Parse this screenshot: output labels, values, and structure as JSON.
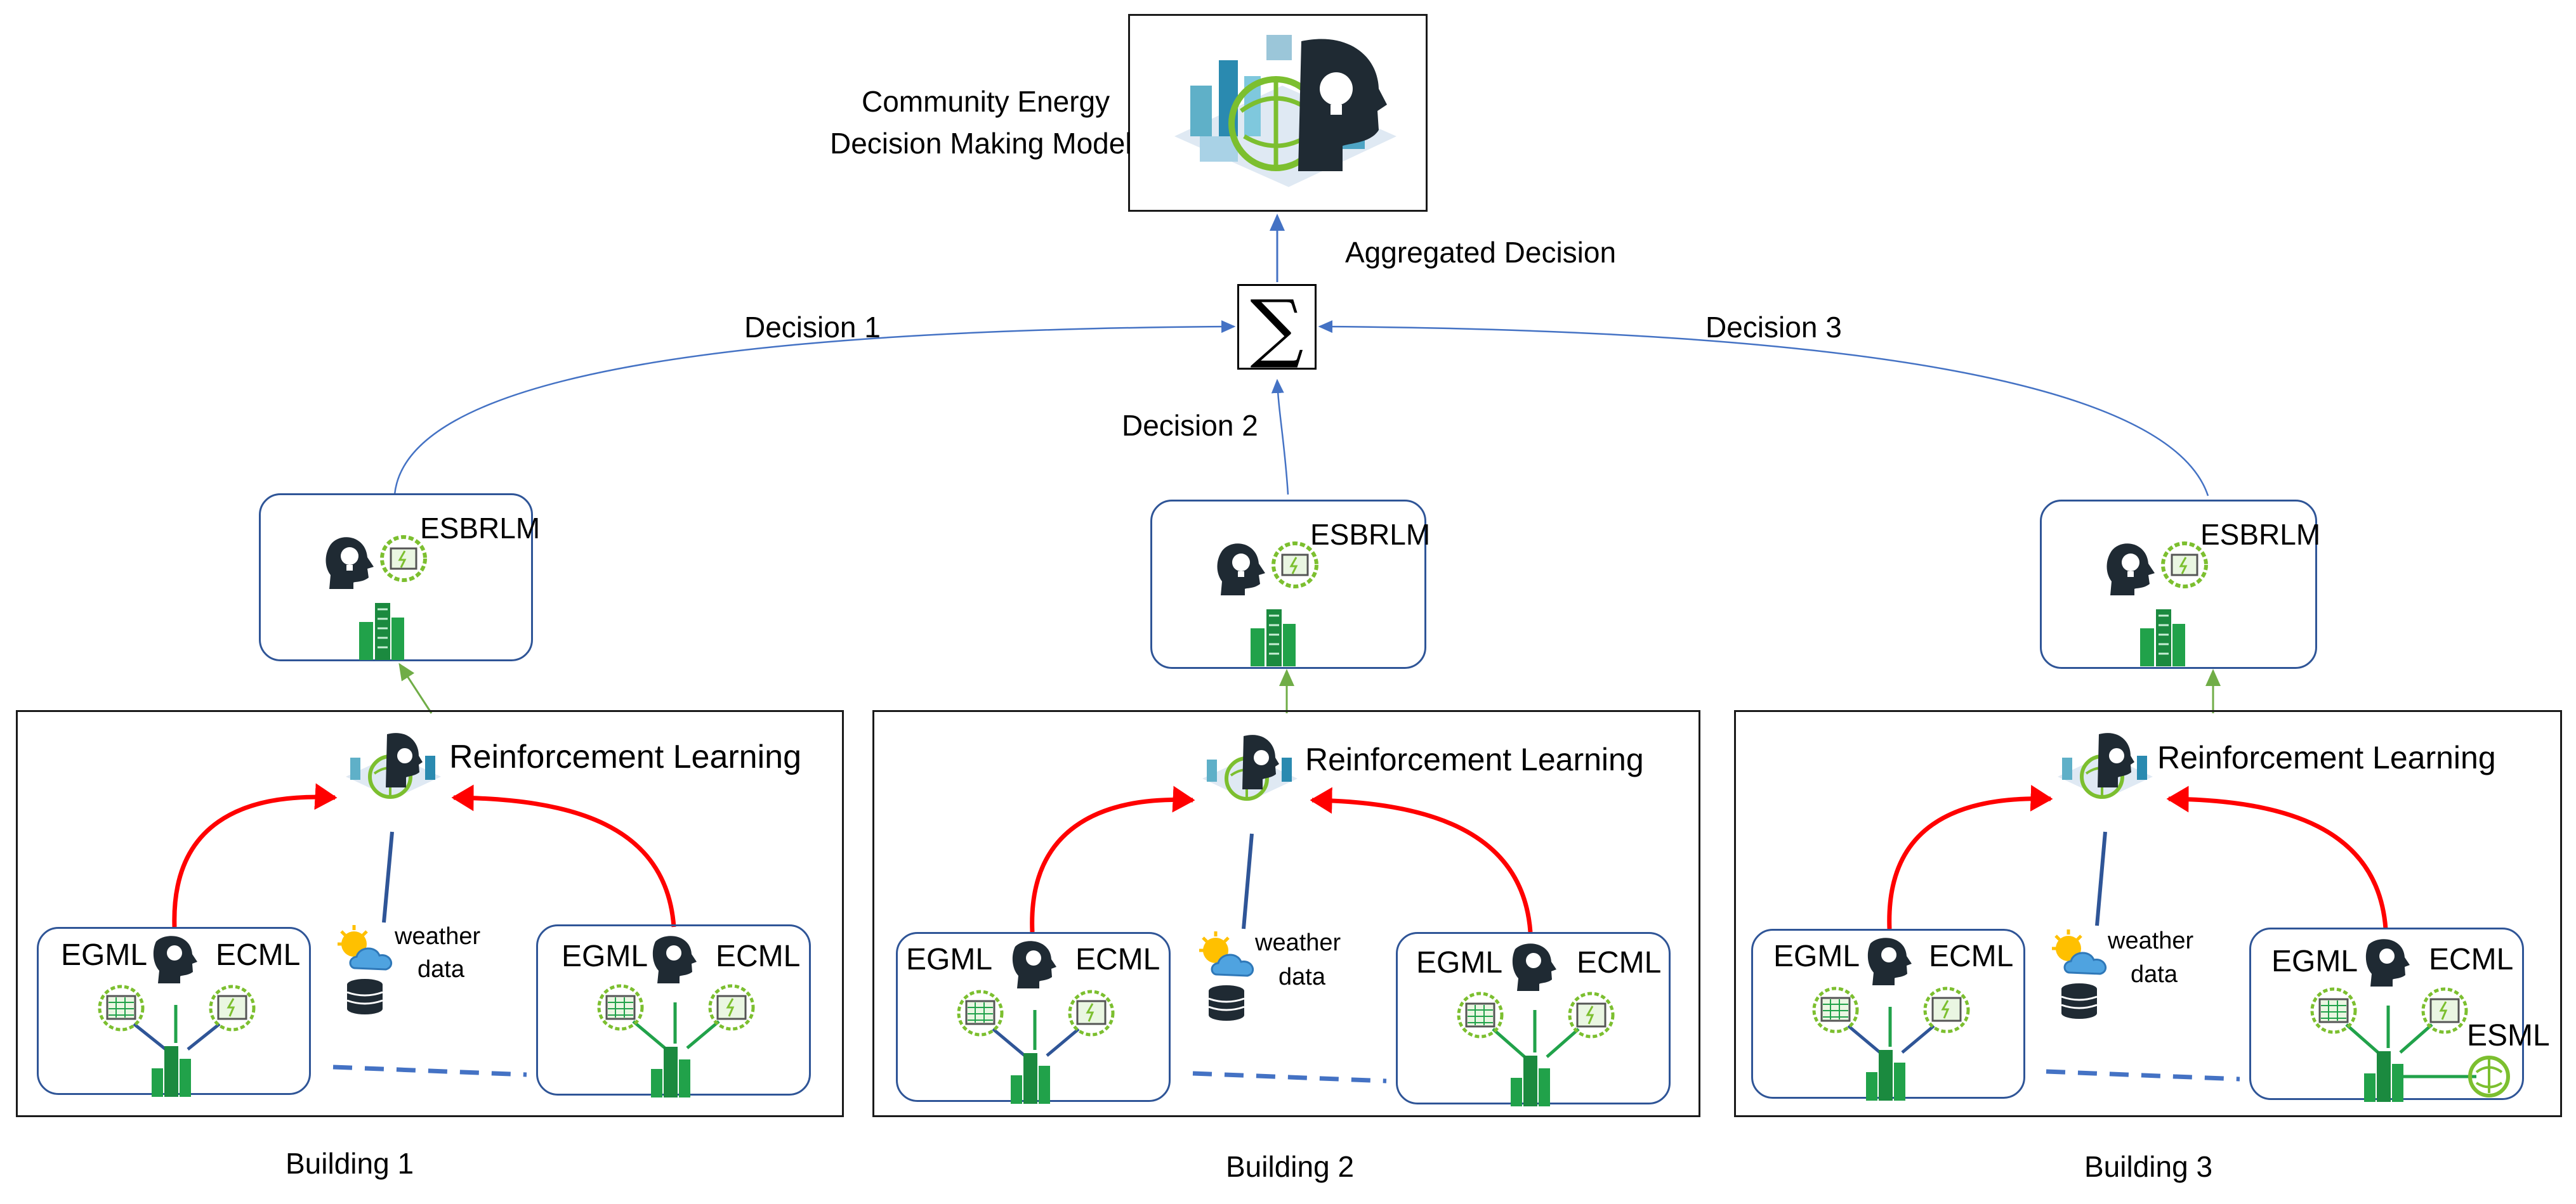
{
  "top_model": {
    "title_line1": "Community Energy",
    "title_line2": "Decision Making Model"
  },
  "aggregator": {
    "symbol": "∑",
    "label": "Aggregated Decision"
  },
  "decisions": [
    "Decision 1",
    "Decision 2",
    "Decision 3"
  ],
  "esbrlm_label": "ESBRLM",
  "rl_label": "Reinforcement Learning",
  "weather": {
    "line1": "weather",
    "line2": "data"
  },
  "unit_labels": {
    "egml": "EGML",
    "ecml": "ECML",
    "esml": "ESML"
  },
  "buildings": [
    "Building 1",
    "Building 2",
    "Building 3"
  ],
  "colors": {
    "red_arrow": "#ff0000",
    "blue_line": "#4472c4",
    "green": "#21a24a",
    "dark_icon": "#1f2a33",
    "box_border": "#2f5597"
  }
}
